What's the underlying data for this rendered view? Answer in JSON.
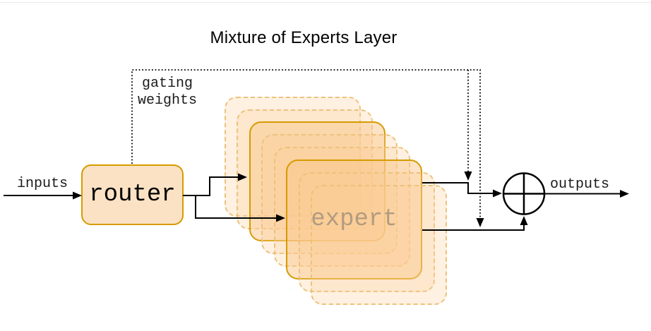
{
  "title": "Mixture of Experts Layer",
  "labels": {
    "inputs": "inputs",
    "outputs": "outputs",
    "gating": [
      "gating",
      "weights"
    ],
    "router": "router",
    "expert": "expert"
  },
  "diagram": {
    "expert_stack_count": 8,
    "solid_expert_boxes": 2,
    "dashed_expert_boxes": 6,
    "sum_node": "circled-plus",
    "routed_experts": 2
  },
  "colors": {
    "solid_border": "#D79B00",
    "dashed_border": "#ECC27C",
    "box_fill": "#FFE6CC",
    "router_fill": "#FBE2C4",
    "line": "#000000",
    "expert_text": "#6E6E6E",
    "label_text": "#1C1C1C"
  }
}
